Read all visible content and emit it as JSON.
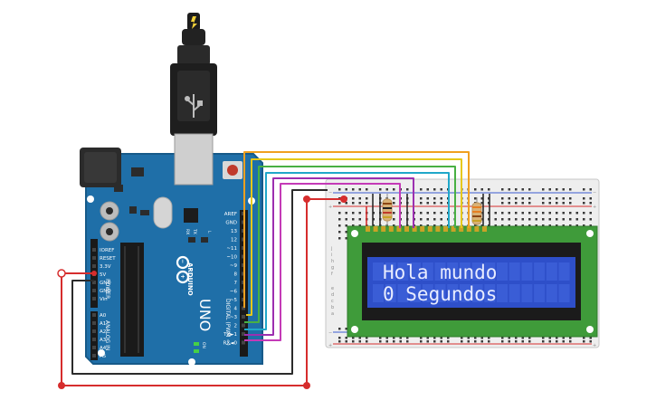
{
  "arduino": {
    "brand": "ARDUINO",
    "model": "UNO",
    "digital_label": "DIGITAL (PWM ~)",
    "power_label": "POWER",
    "analog_label": "ANALOG IN",
    "on_label": "ON",
    "tx_label": "TX",
    "rx_label": "RX",
    "l_label": "L",
    "digital_pins": [
      "AREF",
      "GND",
      "13",
      "12",
      "~11",
      "~10",
      "~9",
      "8",
      "7",
      "~6",
      "~5",
      "4",
      "~3",
      "2",
      "TX►1",
      "RX◄0"
    ],
    "power_pins": [
      "IOREF",
      "RESET",
      "3.3V",
      "5V",
      "GND",
      "GND",
      "Vin"
    ],
    "analog_pins": [
      "A0",
      "A1",
      "A2",
      "A3",
      "A4",
      "A5"
    ]
  },
  "breadboard": {
    "row_letters": [
      "a",
      "b",
      "c",
      "d",
      "e",
      "f",
      "g",
      "h",
      "i",
      "j"
    ]
  },
  "lcd": {
    "line1": "Hola mundo",
    "line2": "0 Segundos"
  },
  "colors": {
    "board": "#1f6fa8",
    "lcd_pcb": "#3f9b3a",
    "lcd_screen": "#2e4fc9",
    "wire_red": "#d62d2d",
    "wire_black": "#2b2b2b",
    "wire_orange": "#f0a020",
    "wire_yellow": "#e6c81a",
    "wire_green": "#49b043",
    "wire_cyan": "#20a7c9",
    "wire_purple": "#9c2fb0",
    "wire_magenta": "#c43ab7"
  }
}
